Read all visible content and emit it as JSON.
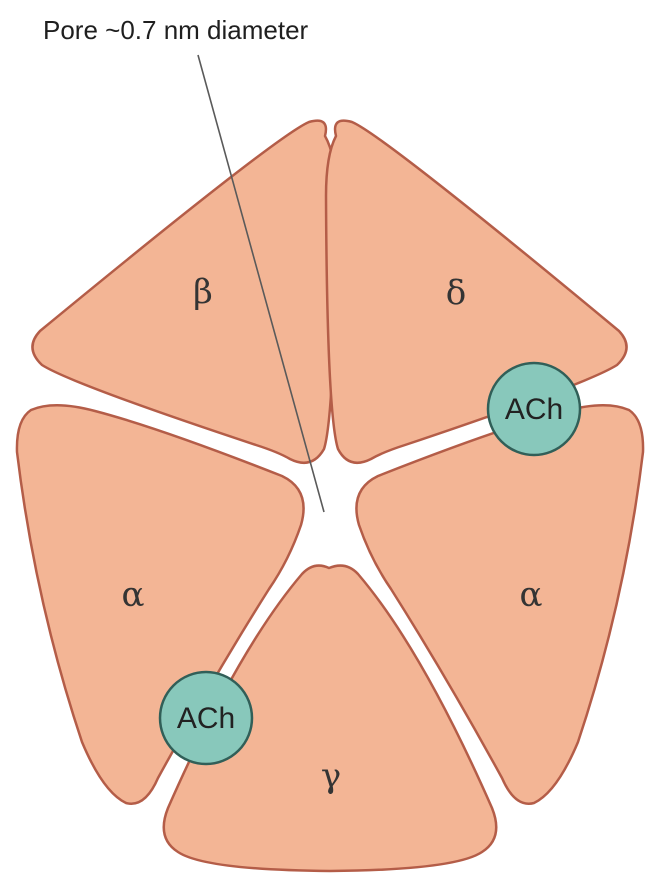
{
  "pore_label": "Pore ~0.7 nm diameter",
  "subunits": {
    "top_left": "β",
    "top_right": "δ",
    "left": "α",
    "right": "α",
    "bottom": "γ"
  },
  "binding_sites": {
    "upper": "ACh",
    "lower": "ACh"
  },
  "colors": {
    "subunit_fill": "#f3b595",
    "subunit_stroke": "#b45d48",
    "ach_fill": "#88c8bb",
    "background": "#ffffff"
  }
}
